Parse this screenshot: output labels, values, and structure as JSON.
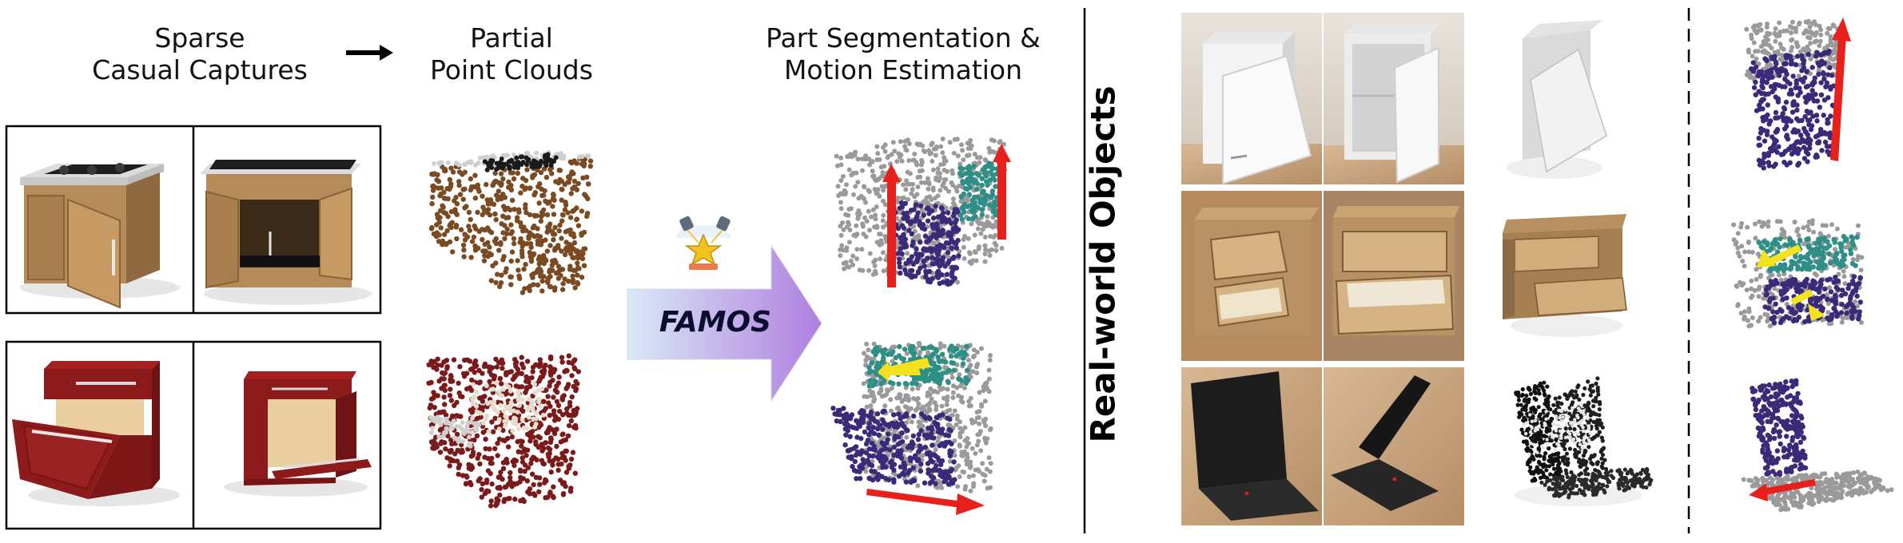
{
  "headers": {
    "captures": [
      "Sparse",
      "Casual Captures"
    ],
    "point_clouds": [
      "Partial",
      "Point Clouds"
    ],
    "segmentation": [
      "Part Segmentation &",
      "Motion Estimation"
    ]
  },
  "method_label": "FAMOS",
  "side_label": "Real-world Objects",
  "colors": {
    "wood": "#b58b5a",
    "red_cabinet": "#8e1b1b",
    "brown_points": "#7a4a22",
    "dark_red_points": "#7a1a1a",
    "gray_points": "#9a9a9a",
    "purple_part": "#3b2a7a",
    "teal_part": "#2e8f86",
    "arrow_red": "#e8201c",
    "arrow_yellow": "#f3e21c",
    "famos_arrow_start": "#d9e9f7",
    "famos_arrow_end": "#b07ee0"
  },
  "icons": [
    "spotlight-star-icon",
    "right-arrow-icon"
  ]
}
